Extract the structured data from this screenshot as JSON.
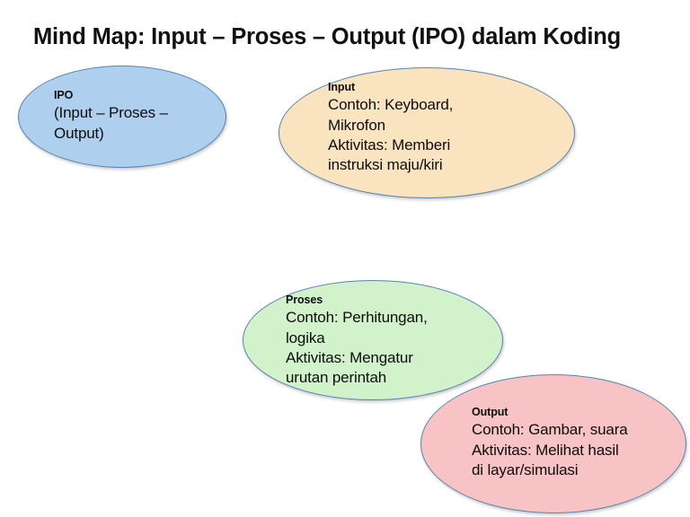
{
  "page": {
    "background_color": "#ffffff",
    "title": "Mind Map: Input – Proses – Output (IPO) dalam Koding"
  },
  "nodes": [
    {
      "id": "ipo",
      "header": "IPO",
      "body": "(Input – Proses –\nOutput)",
      "fill_color": "#aed0ee",
      "border_color": "#5b84b1",
      "color_name": "blue"
    },
    {
      "id": "input",
      "header": "Input",
      "body": "Contoh: Keyboard,\nMikrofon\nAktivitas: Memberi\ninstruksi maju/kiri",
      "fill_color": "#fae4c0",
      "border_color": "#5b84b1",
      "color_name": "orange"
    },
    {
      "id": "proses",
      "header": "Proses",
      "body": "Contoh: Perhitungan,\nlogika\nAktivitas: Mengatur\nurutan perintah",
      "fill_color": "#d2f2cb",
      "border_color": "#5b84b1",
      "color_name": "green"
    },
    {
      "id": "output",
      "header": "Output",
      "body": "Contoh: Gambar, suara\nAktivitas: Melihat hasil\ndi layar/simulasi",
      "fill_color": "#f7c3c4",
      "border_color": "#5b84b1",
      "color_name": "pink"
    }
  ]
}
